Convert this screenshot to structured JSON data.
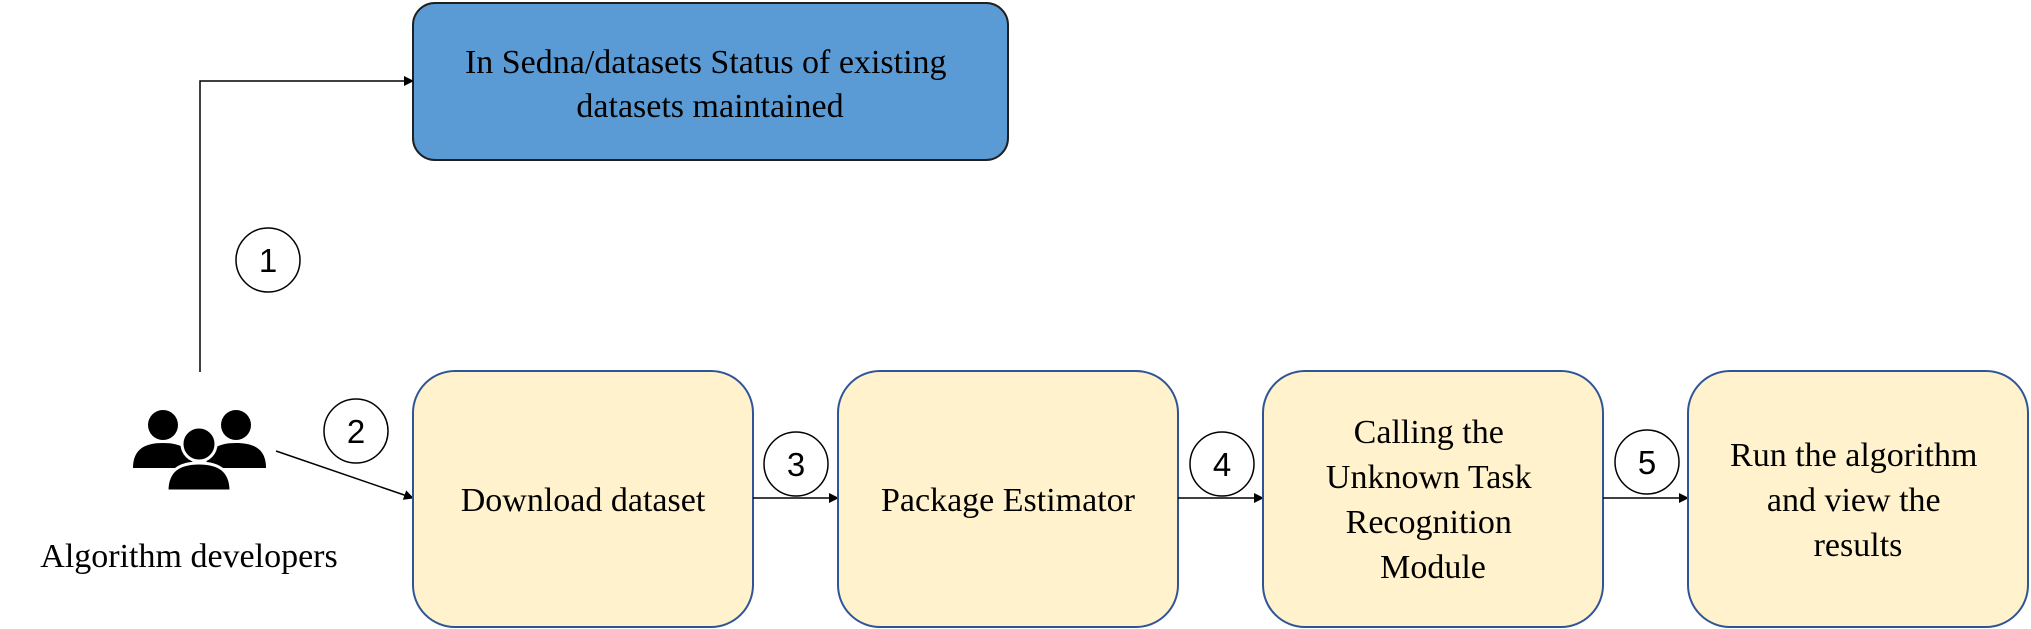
{
  "top_box": {
    "lines": [
      "In Sedna/datasets Status of existing",
      "datasets maintained"
    ],
    "fill": "#5b9bd5"
  },
  "actor": {
    "label": "Algorithm developers",
    "icon": "users-group-icon"
  },
  "process_boxes": [
    {
      "lines": [
        "Download dataset"
      ]
    },
    {
      "lines": [
        "Package Estimator"
      ]
    },
    {
      "lines": [
        "Calling the",
        "Unknown Task",
        "Recognition",
        "Module"
      ]
    },
    {
      "lines": [
        "Run the algorithm",
        "and view the",
        "results"
      ]
    }
  ],
  "steps": [
    "1",
    "2",
    "3",
    "4",
    "5"
  ],
  "colors": {
    "process_fill": "#fff2cc",
    "process_stroke": "#2f5597",
    "top_stroke": "#1f1f1f",
    "icon": "#000000"
  }
}
